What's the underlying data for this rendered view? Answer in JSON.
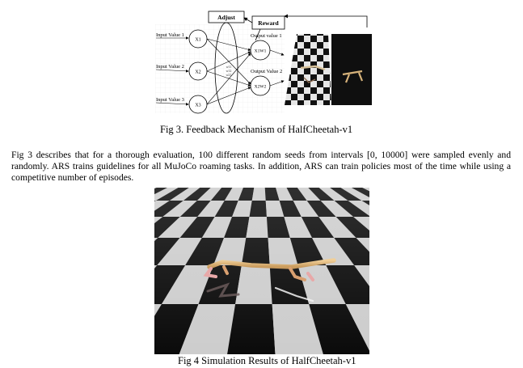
{
  "fig3": {
    "adjust": "Adjust",
    "reward": "Reward",
    "inputs": [
      "Input Value 1",
      "Input Value 2",
      "Input Value 3"
    ],
    "nodes": [
      "X1",
      "X2",
      "X3"
    ],
    "output_nodes": [
      "X1W1",
      "X2W2"
    ],
    "outputs": [
      "Output value 1",
      "Output Value 2"
    ],
    "caption": "Fig 3. Feedback Mechanism of HalfCheetah-v1"
  },
  "paragraph": "Fig 3 describes that for a thorough evaluation, 100 different random seeds from intervals [0, 10000] were sampled evenly and randomly. ARS trains guidelines for all MuJoCo roaming tasks. In addition, ARS can train policies most of the time while using a competitive number of episodes.",
  "fig4": {
    "caption": "Fig 4 Simulation Results of HalfCheetah-v1"
  }
}
